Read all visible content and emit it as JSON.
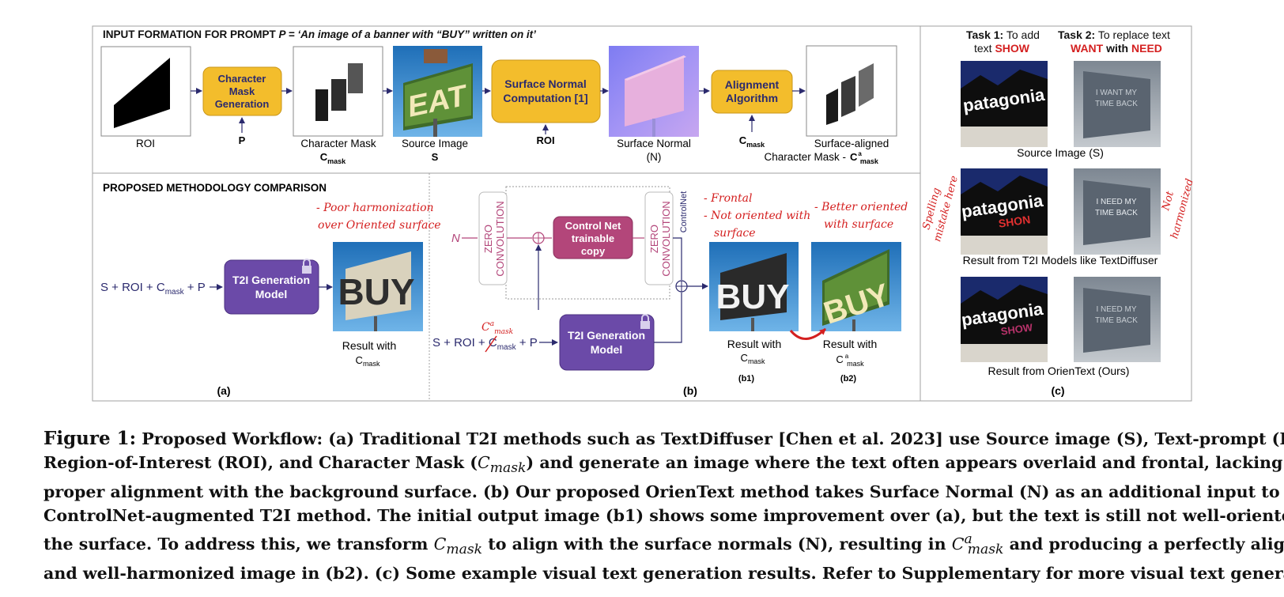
{
  "panels": {
    "top": {
      "heading": "INPUT FORMATION FOR PROMPT",
      "heading_p": "P",
      "heading_quote": " = ‘An image of a banner with “BUY” written on it’",
      "roi_label": "ROI",
      "char_mask_gen": [
        "Character",
        "Mask",
        "Generation"
      ],
      "p_label": "P",
      "char_mask_label": "Character Mask",
      "cmask_c": "C",
      "cmask_sub": "mask",
      "source_label": "Source Image",
      "source_s": "S",
      "source_sign_text": "EAT",
      "surface_normal_comp": [
        "Surface Normal",
        "Computation [1]"
      ],
      "roi_input": "ROI",
      "surface_normal_label": "Surface Normal",
      "surface_normal_n": "(N)",
      "alignment": [
        "Alignment",
        "Algorithm"
      ],
      "surface_aligned_label": "Surface-aligned",
      "surface_aligned_label2": "Character Mask -",
      "ca_c": "C",
      "ca_sup": "a",
      "ca_sub": "mask"
    },
    "a": {
      "heading": "PROPOSED METHODOLOGY COMPARISON",
      "annotation": [
        "- Poor harmonization",
        "over Oriented surface"
      ],
      "inputs": "S + ROI + C",
      "inputs_sub": "mask",
      "inputs_tail": " + P",
      "model": [
        "T2I Generation",
        "Model"
      ],
      "result_label": "Result with",
      "result_c": "C",
      "result_sub": "mask",
      "buy_text": "BUY",
      "panel_label": "(a)"
    },
    "b": {
      "n_label": "N",
      "zero_conv": [
        "ZERO",
        "CONVOLUTION"
      ],
      "controlnet_copy": [
        "Control Net",
        "trainable",
        "copy"
      ],
      "controlnet_vertical": "ControlNet",
      "cam_c": "C",
      "cam_sup": "a",
      "cam_sub": "mask",
      "inputs": "S + ROI + C",
      "inputs_sub": "mask",
      "inputs_tail": " + P",
      "model": [
        "T2I Generation",
        "Model"
      ],
      "annot_b1": [
        "- Frontal",
        "- Not oriented with",
        "surface"
      ],
      "annot_b2": [
        "- Better oriented",
        "with surface"
      ],
      "result_label": "Result with",
      "b1_c": "C",
      "b1_sub": "mask",
      "b2_c": "C",
      "b2_sup": "a",
      "b2_sub": "mask",
      "b1": "(b1)",
      "b2": "(b2)",
      "buy_text": "BUY",
      "panel_label": "(b)"
    },
    "c": {
      "task1_bold": "Task 1:",
      "task1_rest": " To add",
      "task1_line2": "text ",
      "task1_word": "SHOW",
      "task2_bold": "Task 2:",
      "task2_rest": " To replace text",
      "task2_want": "WANT",
      "task2_with": " with ",
      "task2_need": "NEED",
      "patagonia": "patagonia",
      "show": "SHOW",
      "show_typo": "SHON",
      "billboard1": [
        "I WANT MY",
        "TIME BACK"
      ],
      "billboard2": [
        "I NEED MY",
        "TIME BACK"
      ],
      "row1_label": "Source Image (S)",
      "row2_label": "Result from T2I Models like TextDiffuser",
      "row3_label": "Result from OrienText (Ours)",
      "spelling": [
        "Spelling",
        "mistake here"
      ],
      "not_harm": [
        "Not",
        "harmonized"
      ],
      "panel_label": "(c)"
    }
  },
  "caption": {
    "fig": "Figure 1:",
    "l1": " Proposed Workflow: (a) Traditional T2I methods such as TextDiffuser [Chen et al. 2023] use Source image (S), Text-prompt (P),",
    "l2a": "Region-of-Interest (ROI), and Character Mask (",
    "l2m": "C",
    "l2s": "mask",
    "l2b": ") and generate an image where the text often appears overlaid and frontal, lacking",
    "l3": "proper alignment with the background surface. (b) Our proposed OrienText method takes Surface Normal (N) as an additional input to the",
    "l4": "ControlNet-augmented T2I method. The initial output image (b1) shows some improvement over (a), but the text is still not well-oriented with",
    "l5a": "the surface. To address this, we transform ",
    "l5m": "C",
    "l5s": "mask",
    "l5b": " to align with the surface normals (N), resulting in ",
    "l5m2": "C",
    "l5sup": "a",
    "l5s2": "mask",
    "l5c": " and producing a perfectly aligned",
    "l6": "and well-harmonized image in (b2). (c) Some example visual text generation results. Refer to Supplementary for more visual text generations."
  },
  "colors": {
    "yellow": "#f3bd2c",
    "purple": "#6b4aa8",
    "magenta": "#b3467a",
    "navy": "#2b2a6e",
    "red": "#d42020",
    "border": "#a0a0a0"
  }
}
